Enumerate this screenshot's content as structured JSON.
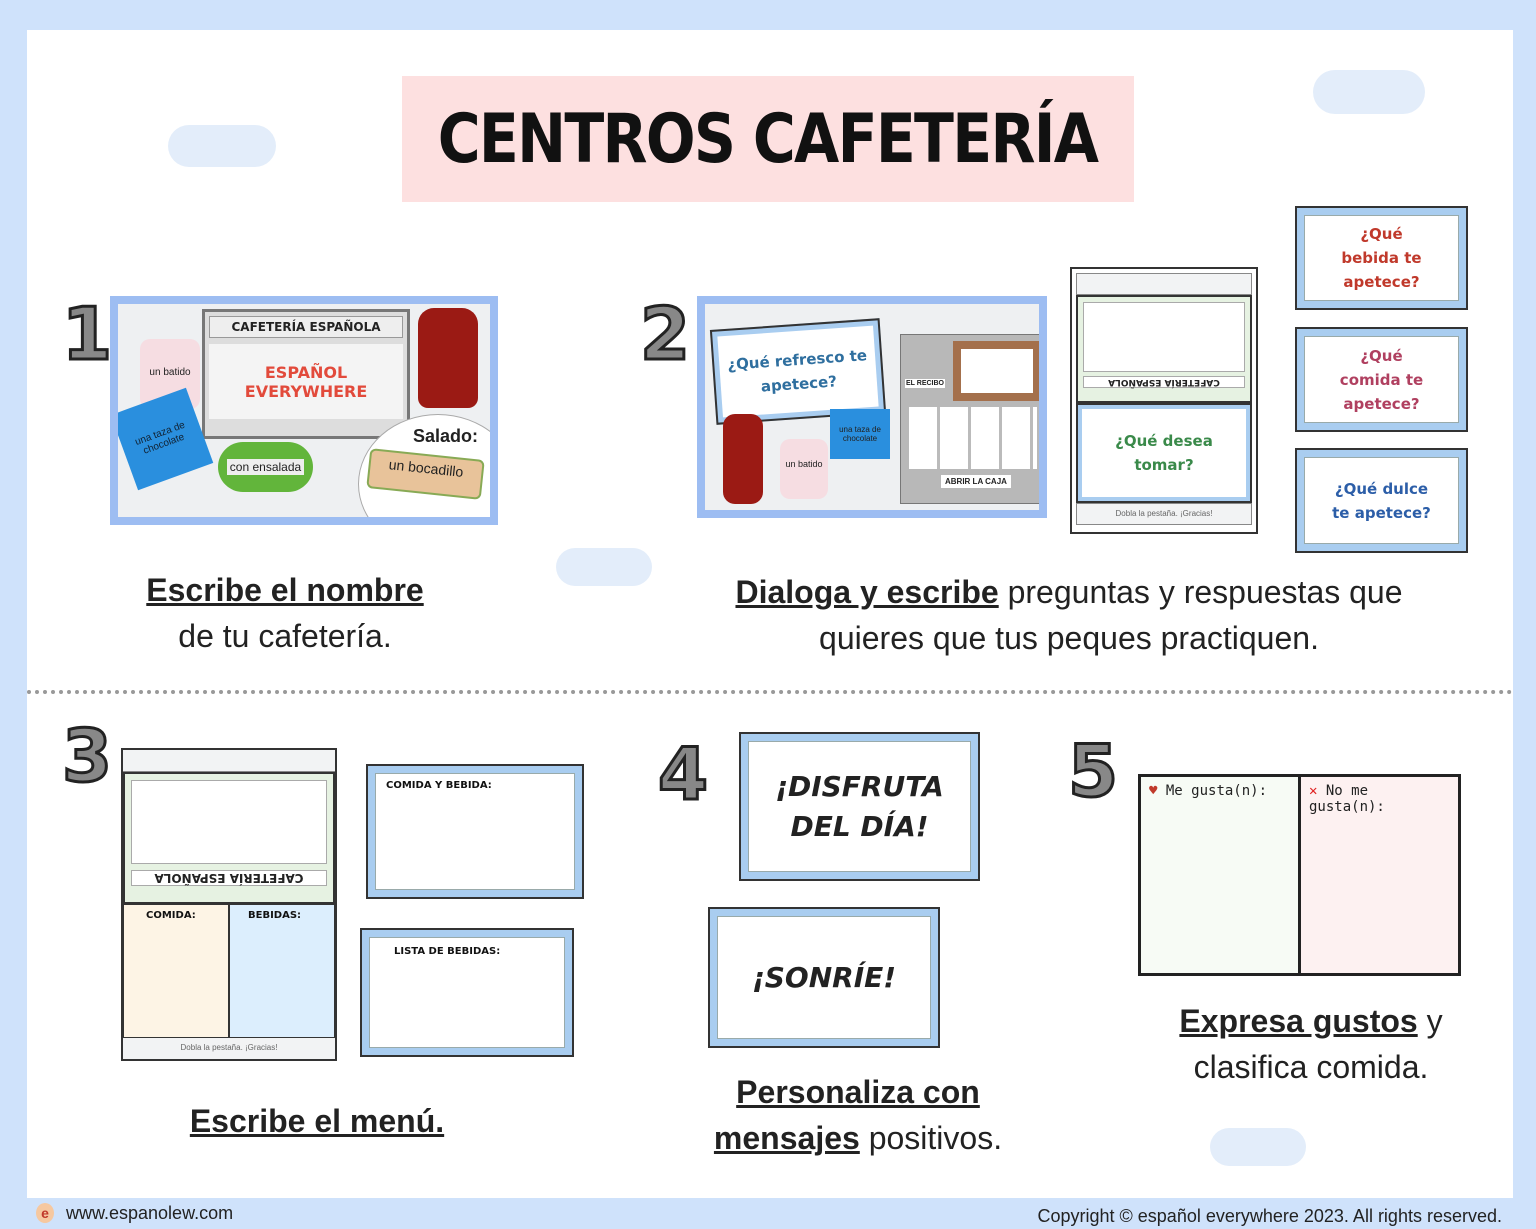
{
  "title": "CENTROS CAFETERÍA",
  "colors": {
    "background": "#cfe2fb",
    "title_bg": "#fde0e0",
    "frame_blue": "#9dbdf2"
  },
  "sections": [
    {
      "number": "1",
      "photo_text": {
        "sign_header": "CAFETERÍA ESPAÑOLA",
        "sign_main": "ESPAÑOL EVERYWHERE",
        "salado": "Salado:",
        "bocadillo": "un bocadillo",
        "ensalada": "con ensalada",
        "batido": "un batido",
        "taza": "una taza de chocolate"
      },
      "caption_bold": "Escribe el nombre",
      "caption_rest": "de tu cafetería."
    },
    {
      "number": "2",
      "photo_text": {
        "card": "¿Qué refresco te apetece?",
        "register_button": "ABRIR LA CAJA",
        "recibo": "EL RECIBO",
        "batido": "un batido",
        "taza": "una taza de chocolate"
      },
      "flip_text": {
        "header": "CAFETERÍA ESPAÑOLA",
        "question": "¿Qué desea tomar?",
        "footer": "Dobla la pestaña. ¡Gracias!"
      },
      "cards": [
        "¿Qué bebida te apetece?",
        "¿Qué comida te apetece?",
        "¿Qué dulce te apetece?"
      ],
      "caption_bold": "Dialoga y escribe",
      "caption_rest_line1": " preguntas y respuestas que",
      "caption_rest_line2": "quieres que tus peques practiquen."
    },
    {
      "number": "3",
      "flip_text": {
        "header": "CAFETERÍA ESPAÑOLA",
        "comida": "COMIDA:",
        "bebidas": "BEBIDAS:",
        "footer": "Dobla la pestaña. ¡Gracias!"
      },
      "cards": [
        "COMIDA Y BEBIDA:",
        "LISTA DE BEBIDAS:"
      ],
      "caption_bold": "Escribe el menú."
    },
    {
      "number": "4",
      "cards": [
        "¡DISFRUTA DEL DÍA!",
        "¡SONRÍE!"
      ],
      "caption_bold_1": "Personaliza con",
      "caption_bold_2": "mensajes",
      "caption_rest": " positivos."
    },
    {
      "number": "5",
      "table": {
        "like": "Me gusta(n):",
        "dislike": "No me gusta(n):"
      },
      "caption_bold": "Expresa gustos",
      "caption_rest": " y",
      "caption_line2": "clasifica comida."
    }
  ],
  "footer": {
    "website": "www.espanolew.com",
    "copyright": "Copyright © español everywhere 2023. All rights reserved."
  }
}
